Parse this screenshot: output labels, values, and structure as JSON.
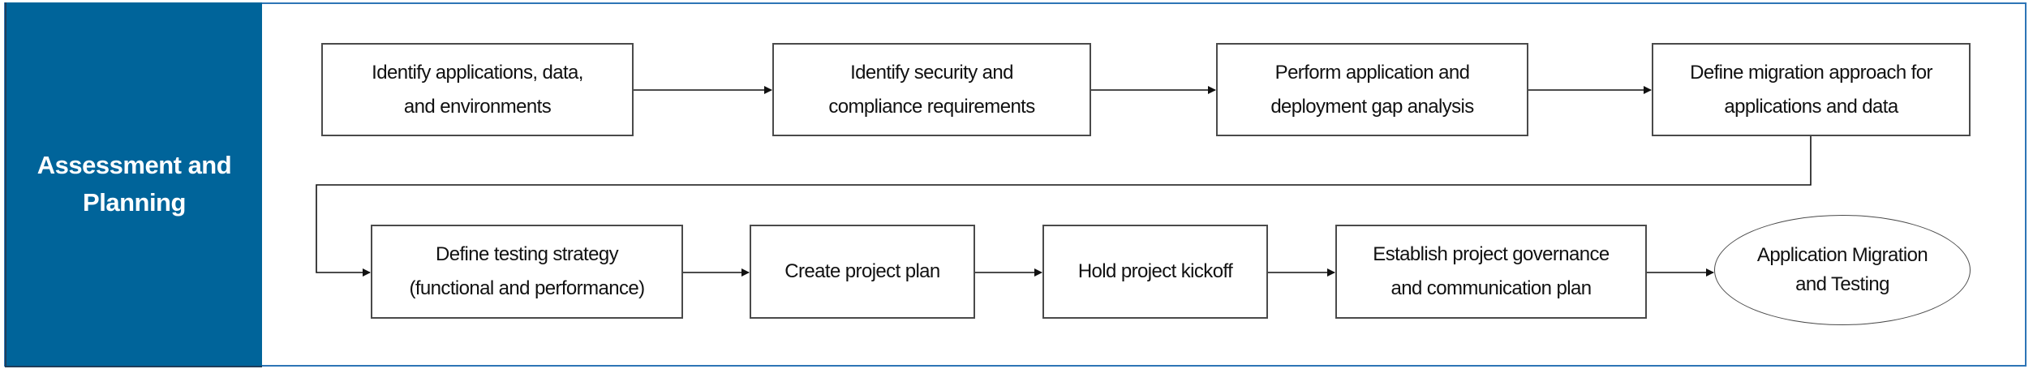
{
  "phase": {
    "title": "Assessment and\nPlanning"
  },
  "steps": [
    {
      "label": "Identify applications, data,\nand environments"
    },
    {
      "label": "Identify security and\ncompliance requirements"
    },
    {
      "label": "Perform application and\ndeployment gap analysis"
    },
    {
      "label": "Define migration approach for\napplications and data"
    },
    {
      "label": "Define testing strategy\n(functional and performance)"
    },
    {
      "label": "Create project plan"
    },
    {
      "label": "Hold project kickoff"
    },
    {
      "label": "Establish project governance\nand communication plan"
    }
  ],
  "next_phase": {
    "label": "Application Migration\nand Testing"
  },
  "colors": {
    "phase_panel": "#00649a",
    "frame_border": "#2e75b6",
    "box_border": "#4a4a4a",
    "connector": "#111111"
  }
}
